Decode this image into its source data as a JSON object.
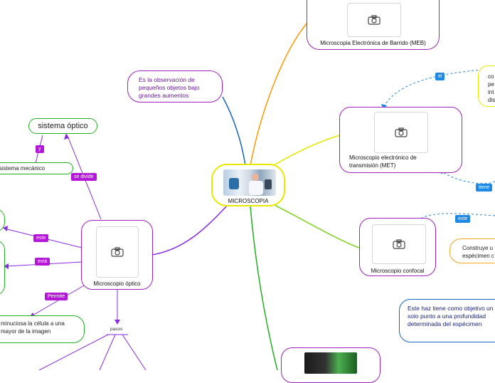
{
  "central": {
    "title": "MICROSCOPIA"
  },
  "definition": {
    "text": "Es la observación de pequeños objetos bajo grandes aumentos"
  },
  "meb": {
    "title": "Microscopia Electrónica de Barrido (MEB)"
  },
  "met": {
    "title": "Microscopio electrónico de transmisión (MET)"
  },
  "met_side": {
    "text": "co pe int dis"
  },
  "confocal": {
    "title": "Microscopio confocal"
  },
  "confocal_side": {
    "text": "Construye u espécimen c"
  },
  "confocal_desc": {
    "text": "Este haz tiene como objetivo un solo punto a una profundidad determinada del espécimen"
  },
  "optico": {
    "title": "Microscopio óptico"
  },
  "sistema_optico": {
    "title": "sistema óptico"
  },
  "sistema_mecanico": {
    "title": "sistema mecánico"
  },
  "permite_node": {
    "text": "minuciosa la célula a una mayor de la imagen"
  },
  "tags": {
    "el": "el",
    "tiene": "tiene",
    "este_right": "este",
    "se_divide": "se divide",
    "y": "y",
    "este_left": "este",
    "esta": "está",
    "permite": "Permite",
    "pasos": "pasos"
  },
  "icons": [
    "camera-icon"
  ],
  "colors": {
    "central_border": "#e8e800",
    "node_border": "#a020c0",
    "green": "#22b022",
    "purple_line": "#8a2be2",
    "blue_line": "#1565c0",
    "orange_line": "#ff9800",
    "yellow_line": "#e5e500",
    "lime_line": "#7ed321",
    "dashed_blue": "#1e88e5"
  }
}
